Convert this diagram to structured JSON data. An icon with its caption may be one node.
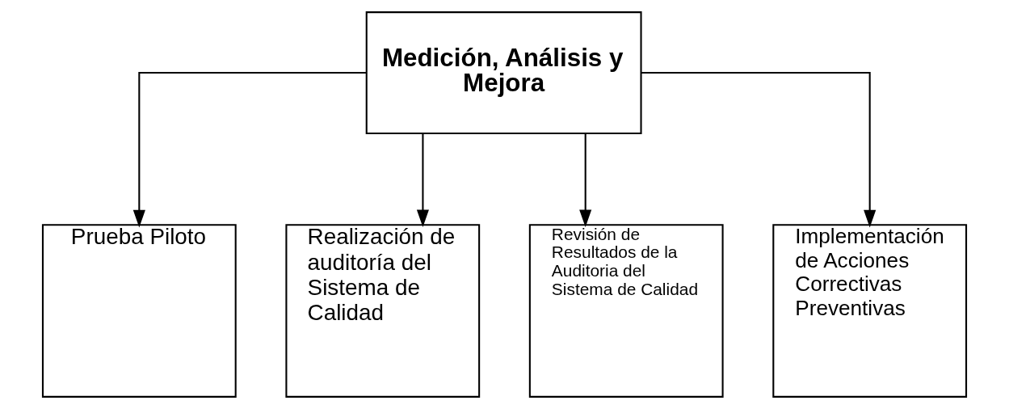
{
  "diagram": {
    "nodes": [
      {
        "text": [
          "Medición, Análisis y Mejora"
        ]
      },
      {
        "text": [
          "Prueba Piloto"
        ]
      },
      {
        "text": [
          "Realización de auditoría del Sistema de Calidad"
        ]
      },
      {
        "text": [
          "Revisión de Resultados de la Auditoria del Sistema de Calidad"
        ]
      },
      {
        "text": [
          "Implementación de Acciones Correctivas Preventivas"
        ]
      }
    ],
    "edges": [
      {
        "from": 0,
        "to": 1,
        "arrow": "to"
      },
      {
        "from": 0,
        "to": 2,
        "arrow": "to"
      },
      {
        "from": 0,
        "to": 3,
        "arrow": "to"
      },
      {
        "from": 0,
        "to": 4,
        "arrow": "to"
      }
    ]
  }
}
